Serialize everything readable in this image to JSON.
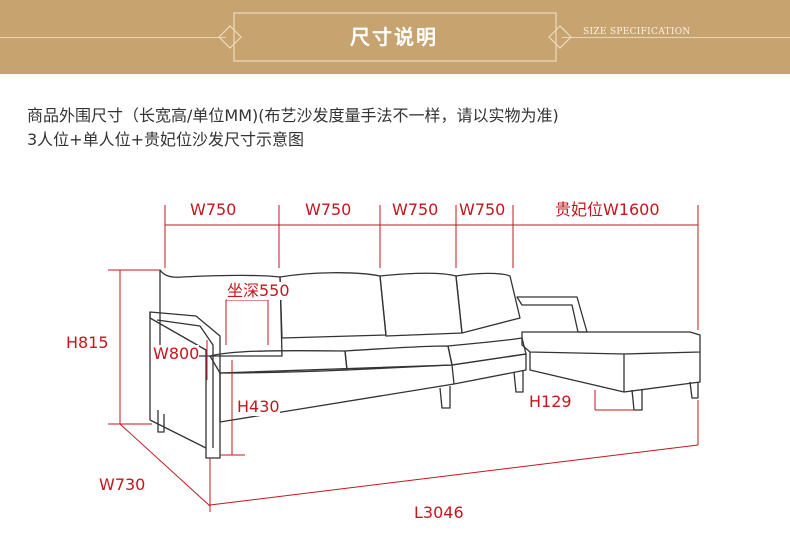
{
  "banner": {
    "title": "尺寸说明",
    "subtitle": "SIZE SPECIFICATION"
  },
  "description": {
    "line1": "商品外围尺寸（长宽高/单位MM)(布艺沙发度量手法不一样，请以实物为准)",
    "line2": "3人位+单人位+贵妃位沙发尺寸示意图"
  },
  "dimensions": {
    "width1": "W750",
    "width2": "W750",
    "width3": "W750",
    "width4": "W750",
    "chaise_width": "贵妃位W1600",
    "seat_depth": "坐深550",
    "height_total": "H815",
    "arm_width": "W800",
    "seat_height": "H430",
    "leg_height": "H129",
    "depth": "W730",
    "length": "L3046"
  },
  "colors": {
    "banner": "#c7a370",
    "dimension": "#c4161c",
    "outline": "#333333"
  }
}
